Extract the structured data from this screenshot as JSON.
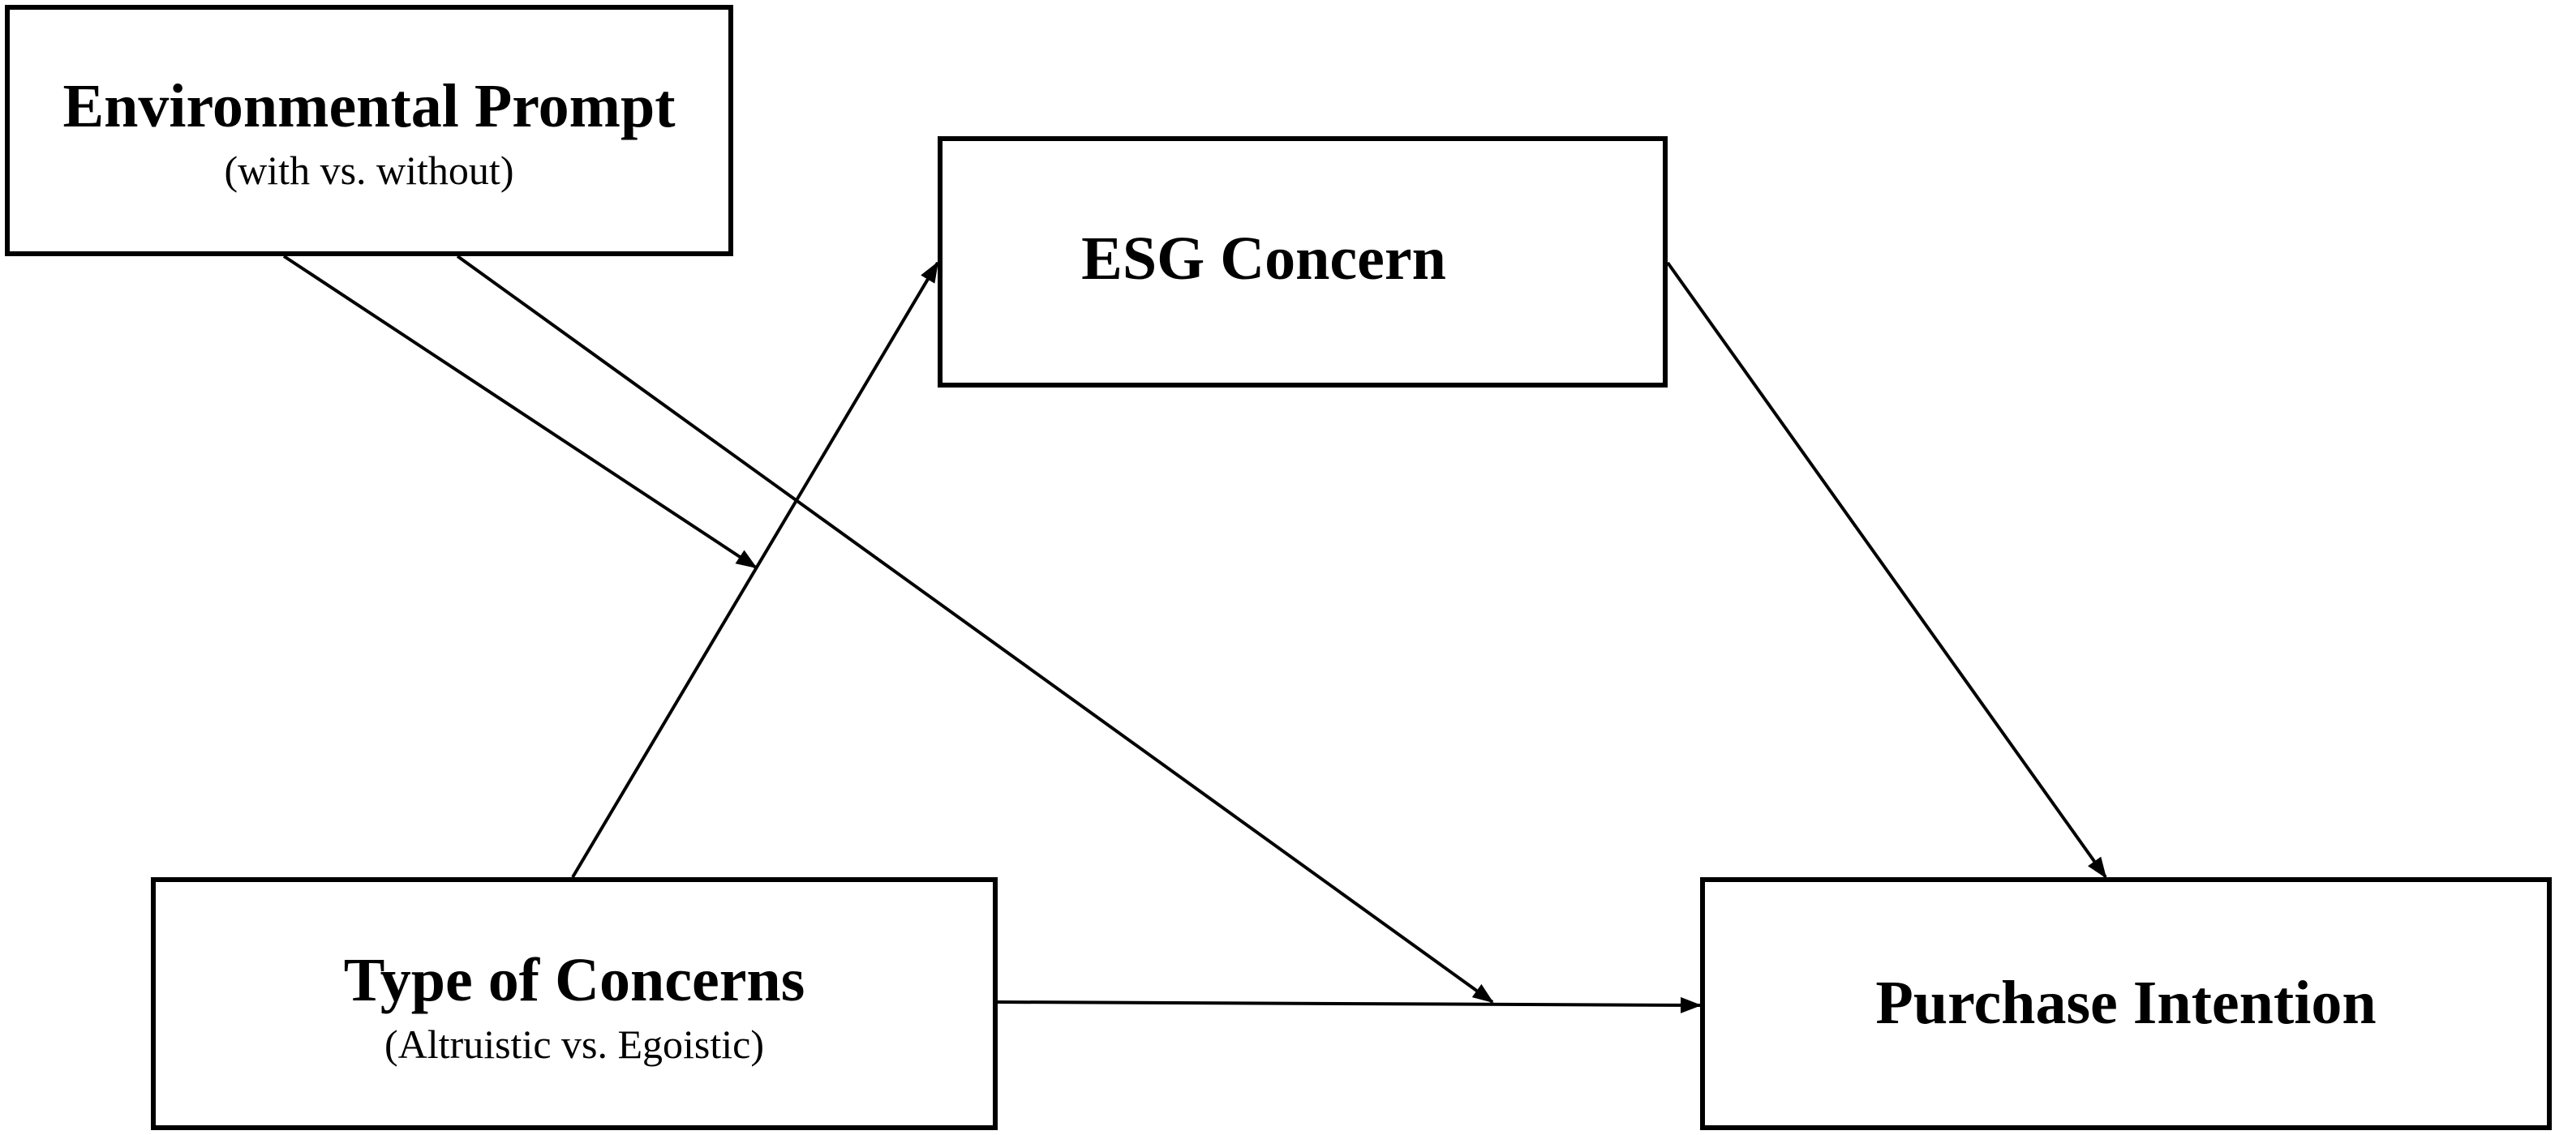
{
  "nodes": {
    "environmental_prompt": {
      "title": "Environmental Prompt",
      "subtitle": "(with vs. without)"
    },
    "esg_concern": {
      "title": "ESG Concern"
    },
    "type_of_concerns": {
      "title": "Type of Concerns",
      "subtitle": "(Altruistic vs. Egoistic)"
    },
    "purchase_intention": {
      "title": "Purchase Intention"
    }
  },
  "edges": [
    {
      "from": "Type of Concerns",
      "to": "ESG Concern"
    },
    {
      "from": "ESG Concern",
      "to": "Purchase Intention"
    },
    {
      "from": "Type of Concerns",
      "to": "Purchase Intention"
    },
    {
      "from": "Environmental Prompt",
      "to": "Type of Concerns → ESG Concern path"
    },
    {
      "from": "Environmental Prompt",
      "to": "Type of Concerns → Purchase Intention path"
    }
  ],
  "colors": {
    "stroke": "#000000",
    "background": "#ffffff"
  }
}
